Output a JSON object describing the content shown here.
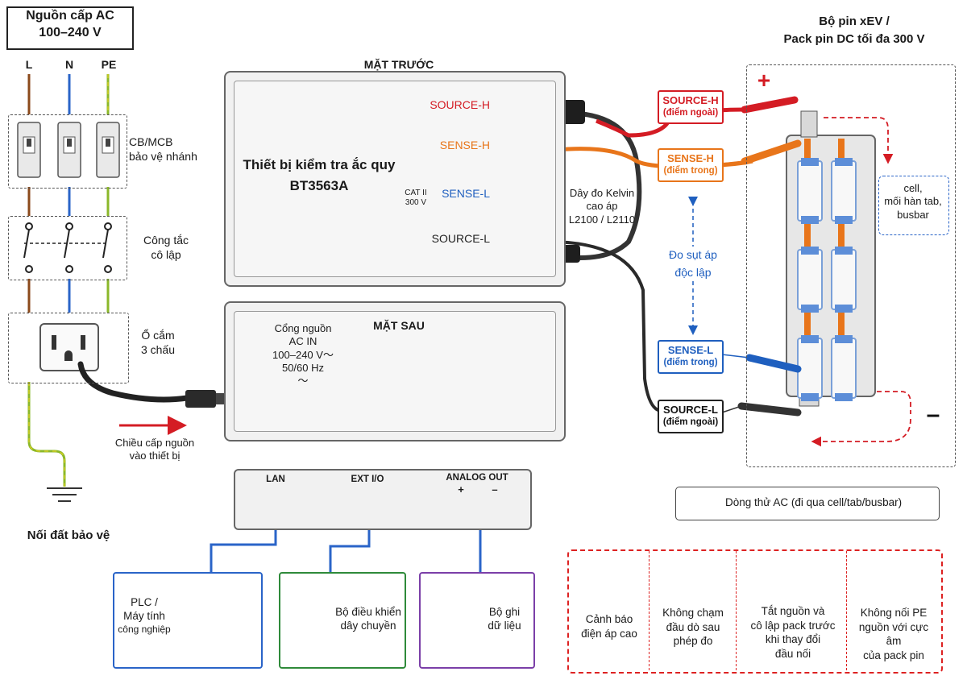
{
  "ac_source": {
    "title_line1": "Nguồn cấp AC",
    "title_line2": "100–240 V"
  },
  "phases": {
    "l": "L",
    "n": "N",
    "pe": "PE"
  },
  "mains_labels": {
    "breaker_line1": "CB/MCB",
    "breaker_line2": "bảo vệ nhánh",
    "switch_line1": "Công tắc",
    "switch_line2": "cô lập",
    "outlet_line1": "Ổ cắm",
    "outlet_line2": "3 chấu",
    "ground": "Nối đất bảo vệ"
  },
  "power_flow": {
    "line1": "Chiều cấp nguồn",
    "line2": "vào thiết bị"
  },
  "front_panel": {
    "heading": "MẶT TRƯỚC",
    "device_line1": "Thiết bị kiểm tra ắc quy",
    "device_line2": "BT3563A",
    "cat_line1": "CAT II",
    "cat_line2": "300 V",
    "terminals": [
      "SOURCE-H",
      "SENSE-H",
      "SENSE-L",
      "SOURCE-L"
    ]
  },
  "rear_panel": {
    "heading": "MẶT SAU",
    "power_line1": "Cổng nguồn",
    "power_line2": "AC IN",
    "power_line3": "100–240 V～",
    "power_line4": "50/60 Hz",
    "power_line5": "～"
  },
  "cable": {
    "line1": "Dây đo Kelvin",
    "line2": "cao áp",
    "line3": "L2100 / L2110"
  },
  "io_panel": {
    "lan": "LAN",
    "ext": "EXT I/O",
    "analog": "ANALOG OUT",
    "plus": "+",
    "minus": "–"
  },
  "consumers": {
    "plc_line1": "PLC /",
    "plc_line2": "Máy tính",
    "plc_line3": "công nghiệp",
    "controller_line1": "Bộ điều khiển",
    "controller_line2": "dây chuyền",
    "logger_line1": "Bộ ghi",
    "logger_line2": "dữ liệu"
  },
  "battery": {
    "title_line1": "Bộ pin xEV /",
    "title_line2": "Pack pin DC tối đa 300 V",
    "plus": "+",
    "minus": "–",
    "cell_note_line1": "cell,",
    "cell_note_line2": "mối hàn tab,",
    "cell_note_line3": "busbar",
    "drop_line1": "Đo sụt áp",
    "drop_line2": "độc lập"
  },
  "probe_labels": {
    "source_h": "SOURCE-H",
    "source_h_sub": "(điểm ngoài)",
    "sense_h": "SENSE-H",
    "sense_h_sub": "(điểm trong)",
    "sense_l": "SENSE-L",
    "sense_l_sub": "(điểm trong)",
    "source_l": "SOURCE-L",
    "source_l_sub": "(điểm ngoài)"
  },
  "legend": {
    "current": "Dòng thử AC (đi qua cell/tab/busbar)"
  },
  "warnings": [
    {
      "line1": "Cảnh báo",
      "line2": "điện áp cao",
      "line3": "",
      "line4": ""
    },
    {
      "line1": "Không chạm",
      "line2": "đầu dò sau",
      "line3": "phép đo",
      "line4": ""
    },
    {
      "line1": "Tắt nguồn và",
      "line2": "cô lập pack trước",
      "line3": "khi thay đổi",
      "line4": "đầu nối"
    },
    {
      "line1": "Không nối PE",
      "line2": "nguồn với cực âm",
      "line3": "của pack pin",
      "line4": ""
    }
  ],
  "colors": {
    "source": "#d41c24",
    "sense_h": "#e8751a",
    "sense_l": "#1f5fbf",
    "live": "#8b4a1c",
    "neutral": "#2a64c8",
    "earth": "#8bb82a",
    "warn_border": "#dd2222",
    "plc": "#2a64c8",
    "controller": "#2f8a3a",
    "logger": "#7b3fa8"
  }
}
